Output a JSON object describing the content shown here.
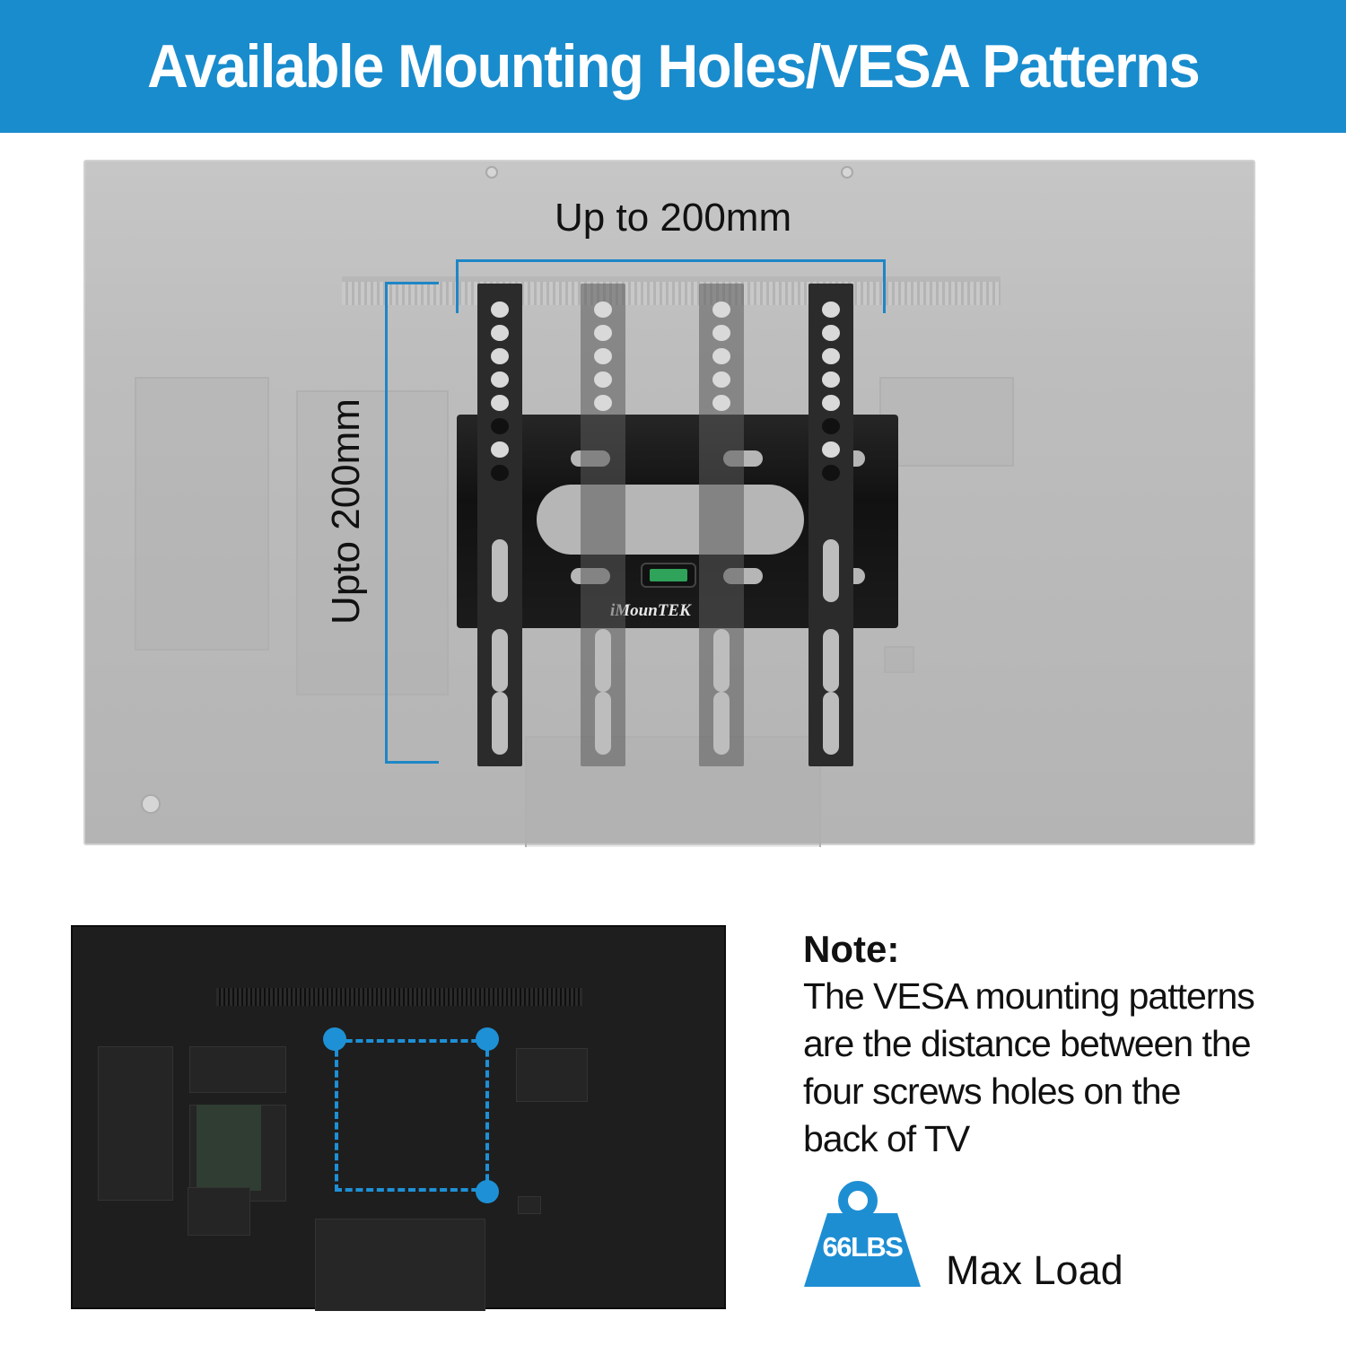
{
  "banner": {
    "title": "Available Mounting Holes/VESA Patterns",
    "background_color": "#198ccd"
  },
  "diagram": {
    "width_label": "Up to 200mm",
    "height_label": "Upto 200mm",
    "dimension_line_color": "#1e86c6",
    "brand_label": "iMounTEK"
  },
  "tv_back": {
    "vesa_highlight_color": "#1e90d6"
  },
  "note": {
    "title": "Note:",
    "lines": [
      "The VESA mounting patterns",
      "are the distance between the",
      "four screws holes on the",
      "back of TV"
    ]
  },
  "load": {
    "weight_badge": "66LBS",
    "label": "Max Load",
    "icon": "weight-icon",
    "color": "#1e8ed3"
  }
}
